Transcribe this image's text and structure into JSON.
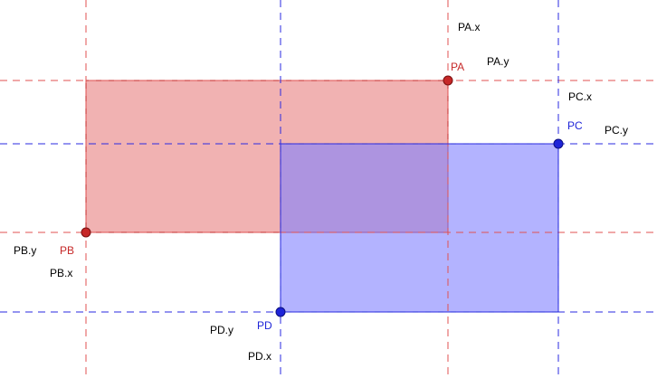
{
  "colors": {
    "red_point": "#c62828",
    "red_fill": "#e57373",
    "red_line": "#e05050",
    "blue_point": "#1e24d8",
    "blue_fill": "#8080ff",
    "blue_line": "#2a2ae0",
    "overlap_fill": "#a77ccc",
    "label_text": "#000000"
  },
  "points": {
    "PA": {
      "label": "PA",
      "color": "red"
    },
    "PB": {
      "label": "PB",
      "color": "red"
    },
    "PC": {
      "label": "PC",
      "color": "blue"
    },
    "PD": {
      "label": "PD",
      "color": "blue"
    }
  },
  "line_labels": {
    "pa_x": "PA.x",
    "pa_y": "PA.y",
    "pb_x": "PB.x",
    "pb_y": "PB.y",
    "pc_x": "PC.x",
    "pc_y": "PC.y",
    "pd_x": "PD.x",
    "pd_y": "PD.y"
  },
  "shapes": {
    "red_rect": "rectangle PA-PB",
    "blue_rect": "rectangle PC-PD"
  }
}
